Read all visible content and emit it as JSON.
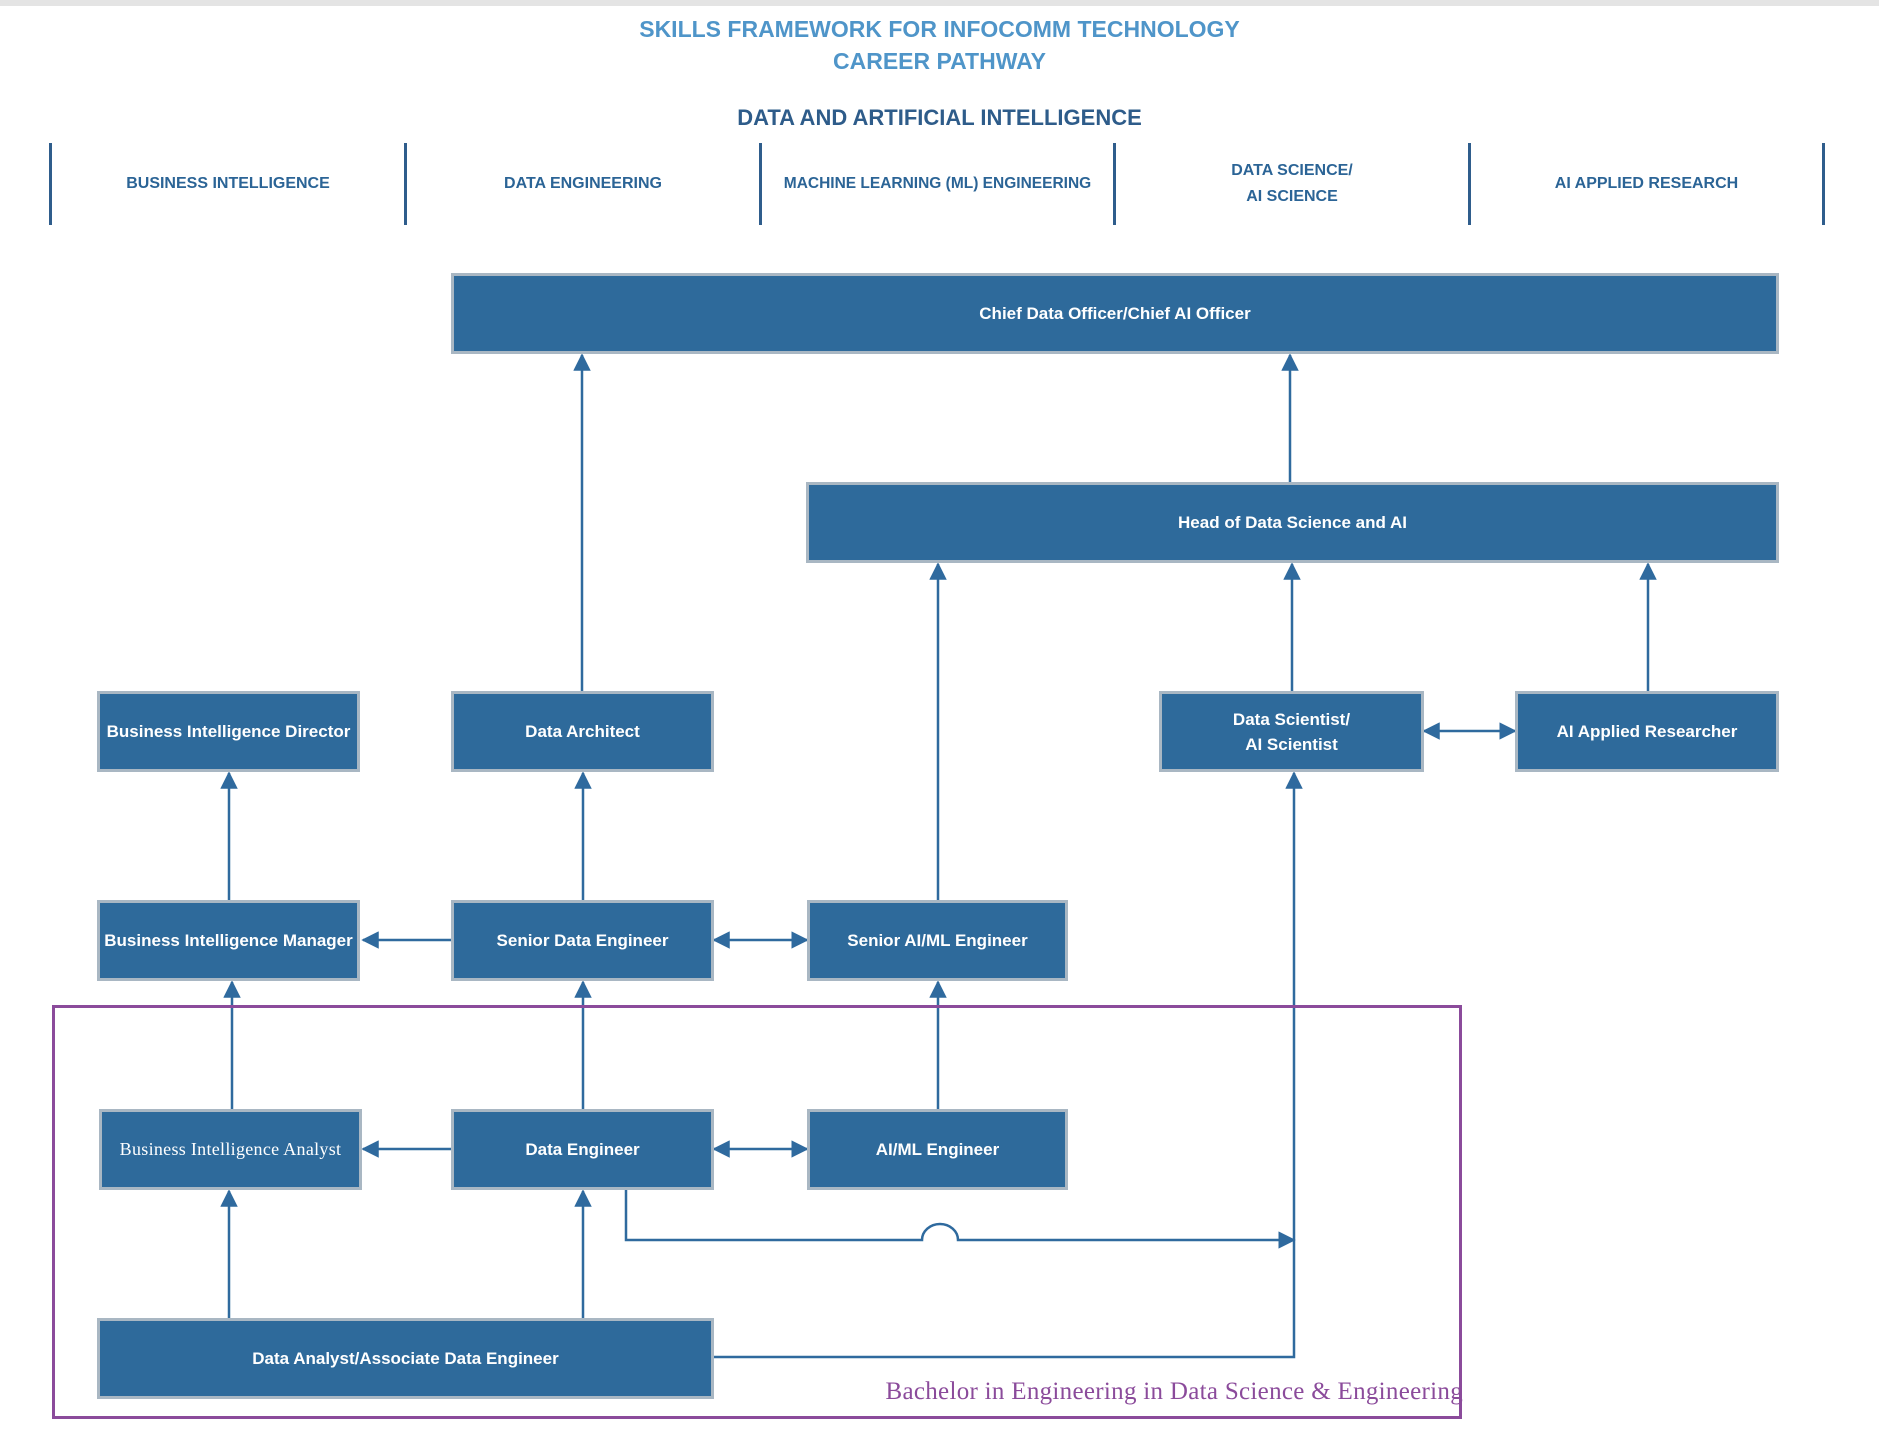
{
  "header": {
    "title_line1": "SKILLS FRAMEWORK FOR INFOCOMM TECHNOLOGY",
    "title_line2": "CAREER PATHWAY",
    "subtitle": "DATA AND ARTIFICIAL INTELLIGENCE"
  },
  "tracks": [
    "BUSINESS INTELLIGENCE",
    "DATA ENGINEERING",
    "MACHINE LEARNING (ML) ENGINEERING",
    "DATA SCIENCE/\nAI SCIENCE",
    "AI APPLIED RESEARCH"
  ],
  "roles": {
    "cdo": "Chief Data Officer/Chief AI Officer",
    "head_ds_ai": "Head of Data Science and AI",
    "bi_director": "Business Intelligence Director",
    "data_architect": "Data Architect",
    "data_scientist": "Data Scientist/\nAI Scientist",
    "ai_researcher": "AI Applied Researcher",
    "bi_manager": "Business Intelligence Manager",
    "senior_data_engineer": "Senior Data Engineer",
    "senior_aiml_engineer": "Senior AI/ML Engineer",
    "bi_analyst": "Business Intelligence Analyst",
    "data_engineer": "Data Engineer",
    "aiml_engineer": "AI/ML Engineer",
    "data_analyst": "Data Analyst/Associate Data Engineer"
  },
  "education_label": "Bachelor in Engineering in Data Science & Engineering",
  "colors": {
    "box_fill": "#2e6a9b",
    "box_border": "#a9b7c3",
    "connector": "#2f6a9e",
    "title_light": "#4f95c9",
    "title_dark": "#2e5c8a",
    "education_frame": "#8b4b9b"
  }
}
